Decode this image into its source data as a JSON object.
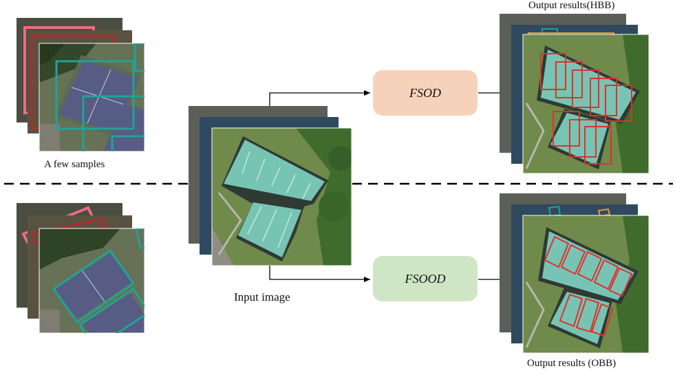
{
  "labels": {
    "few_samples": "A few samples",
    "input_image": "Input image",
    "output_hbb": "Output results(HBB)",
    "output_obb": "Output results (OBB)"
  },
  "methods": {
    "fsod": "FSOD",
    "fsood": "FSOOD"
  },
  "colors": {
    "fsod_box": "#f7d2bb",
    "fsood_box": "#cfe6c4",
    "bbox_red": "#e0302c",
    "bbox_teal": "#1fa494",
    "bbox_pink": "#ef6a86",
    "bbox_orange": "#e69a2a",
    "court_green": "#78c4b4",
    "court_dark": "#4f5a7e"
  }
}
